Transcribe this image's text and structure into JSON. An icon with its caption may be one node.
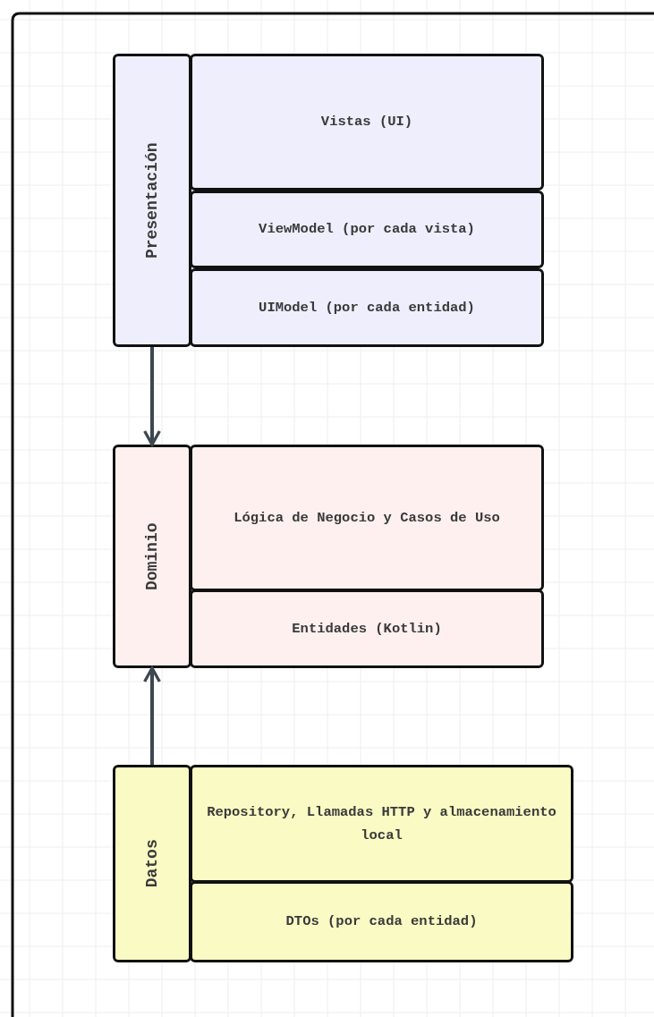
{
  "diagram": {
    "nodes": [
      {
        "text": [
          "Presentación"
        ]
      },
      {
        "text": [
          "Vistas (UI)"
        ]
      },
      {
        "text": [
          "ViewModel (por cada vista)"
        ]
      },
      {
        "text": [
          "UIModel (por cada entidad)"
        ]
      },
      {
        "text": [
          "Dominio"
        ]
      },
      {
        "text": [
          "Lógica de Negocio y Casos de Uso"
        ]
      },
      {
        "text": [
          "Entidades (Kotlin)"
        ]
      },
      {
        "text": [
          "Datos"
        ]
      },
      {
        "text": [
          "Repository, Llamadas HTTP y almacenamiento local"
        ]
      },
      {
        "text": [
          "DTOs (por cada entidad)"
        ]
      }
    ],
    "edges": [
      {
        "from": 0,
        "to": 4,
        "arrow": "to"
      },
      {
        "from": 7,
        "to": 4,
        "arrow": "to"
      }
    ]
  }
}
